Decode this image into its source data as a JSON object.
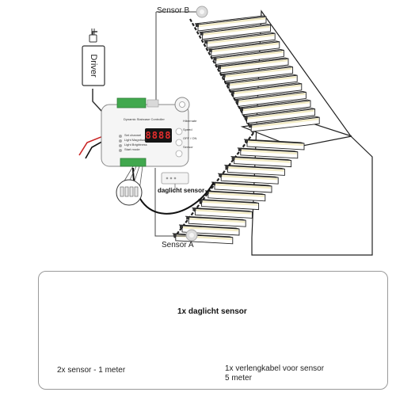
{
  "labels": {
    "sensor_b": "Sensor B",
    "sensor_a": "Sensor A",
    "driver": "Driver",
    "daylight_sensor_diagram": "daglicht sensor"
  },
  "controller": {
    "display": "8888",
    "title": "Dynamic Staircase Controller",
    "row_labels": [
      "Set channel",
      "Light Magnitude",
      "Light Brightness",
      "Start mode"
    ],
    "side_labels": [
      "Hibernate",
      "Speed",
      "OFF / ON",
      "Sensor"
    ]
  },
  "accessories": {
    "daylight_sensor": "1x daglicht sensor",
    "motion_sensors": "2x sensor - 1 meter",
    "extension_cable_line1": "1x verlengkabel voor sensor",
    "extension_cable_line2": "5 meter"
  },
  "colors": {
    "led_strip": "#f3ecc6",
    "terminal_green": "#41a84e",
    "display_digits": "#e52d2d",
    "cable_red": "#c92424",
    "cable_black": "#111111"
  }
}
